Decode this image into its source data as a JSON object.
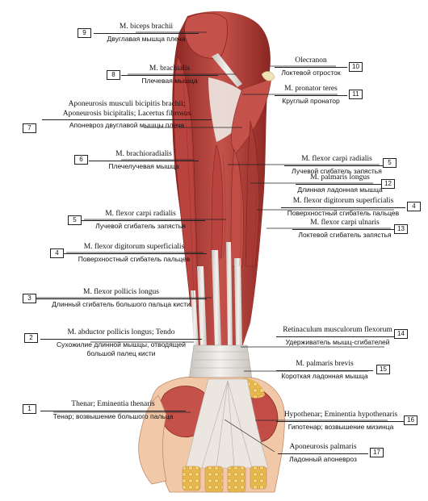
{
  "colors": {
    "muscle": "#b8433f",
    "muscle_dark": "#8a2622",
    "muscle_light": "#d9847a",
    "tendon": "#e3e0dc",
    "skin": "#f2c9a8",
    "fat": "#e8c05a",
    "leader": "#222222"
  },
  "labels": [
    {
      "id": "label-9",
      "num": "9",
      "lines": [
        "M. biceps brachii"
      ],
      "rus": [
        "Двуглавая мышца плеча"
      ]
    },
    {
      "id": "label-8",
      "num": "8",
      "lines": [
        "M. brachialis"
      ],
      "rus": [
        "Плечевая мышца"
      ]
    },
    {
      "id": "label-7",
      "num": "7",
      "lines": [
        "Aponeurosis musculi bicipitis brachii;",
        "Aponeurosis bicipitalis; Lacertus fibrosus"
      ],
      "rus": [
        "Апоневроз двуглавой мышцы плеча"
      ]
    },
    {
      "id": "label-6",
      "num": "6",
      "lines": [
        "M. brachioradialis"
      ],
      "rus": [
        "Плечелучевая мышца"
      ]
    },
    {
      "id": "label-5l",
      "num": "5",
      "lines": [
        "M. flexor carpi radialis"
      ],
      "rus": [
        "Лучевой сгибатель запястья"
      ]
    },
    {
      "id": "label-4l",
      "num": "4",
      "lines": [
        "M. flexor digitorum superficialis"
      ],
      "rus": [
        "Поверхностный сгибатель пальцев"
      ]
    },
    {
      "id": "label-3",
      "num": "3",
      "lines": [
        "M. flexor pollicis longus"
      ],
      "rus": [
        "Длинный сгибатель большого пальца кисти"
      ]
    },
    {
      "id": "label-2",
      "num": "2",
      "lines": [
        "M. abductor pollicis longus; Tendo"
      ],
      "rus": [
        "Сухожилие длинной мышцы, отводящей",
        "большой палец кисти"
      ]
    },
    {
      "id": "label-1",
      "num": "1",
      "lines": [
        "Thenar; Eminentia thenaris"
      ],
      "rus": [
        "Тенар; возвышение большого пальца"
      ]
    },
    {
      "id": "label-10",
      "num": "10",
      "lines": [
        "Olecranon"
      ],
      "rus": [
        "Локтевой отросток"
      ]
    },
    {
      "id": "label-11",
      "num": "11",
      "lines": [
        "M. pronator teres"
      ],
      "rus": [
        "Круглый пронатор"
      ]
    },
    {
      "id": "label-5r",
      "num": "5",
      "lines": [
        "M. flexor carpi radialis"
      ],
      "rus": [
        "Лучевой сгибатель запястья"
      ]
    },
    {
      "id": "label-12",
      "num": "12",
      "lines": [
        "M. palmaris longus"
      ],
      "rus": [
        "Длинная ладонная мышца"
      ]
    },
    {
      "id": "label-4r",
      "num": "4",
      "lines": [
        "M. flexor digitorum superficialis"
      ],
      "rus": [
        "Поверхностный сгибатель пальцев"
      ]
    },
    {
      "id": "label-13",
      "num": "13",
      "lines": [
        "M. flexor carpi ulnaris"
      ],
      "rus": [
        "Локтевой сгибатель запястья"
      ]
    },
    {
      "id": "label-14",
      "num": "14",
      "lines": [
        "Retinaculum musculorum flexorum"
      ],
      "rus": [
        "Удерживатель мышц-сгибателей"
      ]
    },
    {
      "id": "label-15",
      "num": "15",
      "lines": [
        "M. palmaris brevis"
      ],
      "rus": [
        "Короткая ладонная мышца"
      ]
    },
    {
      "id": "label-16",
      "num": "16",
      "lines": [
        "Hypothenar; Eminentia hypothenaris"
      ],
      "rus": [
        "Гипотенар; возвышение мизинца"
      ]
    },
    {
      "id": "label-17",
      "num": "17",
      "lines": [
        "Aponeurosis palmaris"
      ],
      "rus": [
        "Ладонный апоневроз"
      ]
    }
  ]
}
